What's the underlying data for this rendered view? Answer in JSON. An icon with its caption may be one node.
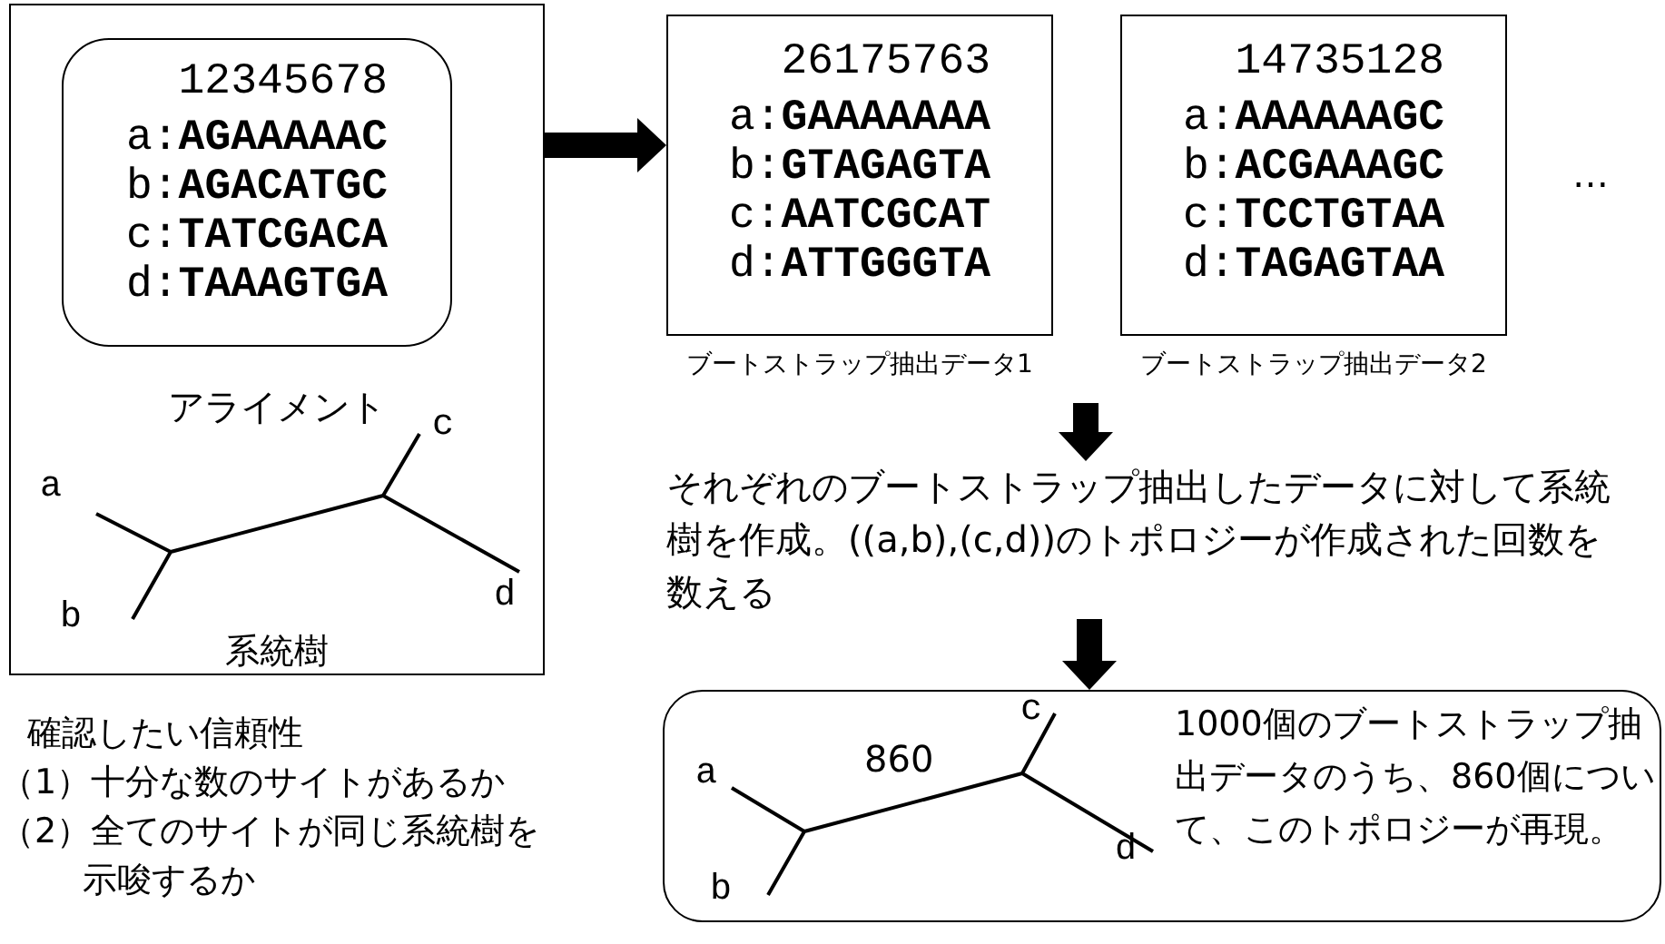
{
  "diagram": {
    "nodes": [
      {
        "text": [
          "アライメント",
          "系統樹"
        ]
      },
      {
        "text": [
          "12345678",
          "a:**AGAAAAAC**",
          "b:**AGACATGC**",
          "c:**TATCGACA**",
          "d:**TAAAGTGA**"
        ],
        "in": 0
      },
      {
        "text": [
          "26175763",
          "a:**GAAAAAAA**",
          "b:**GTAGAGTA**",
          "c:**AATCGCAT**",
          "d:**ATTGGGTA**"
        ],
        "beside": [
          "ブートストラップ抽出データ1"
        ]
      },
      {
        "text": [
          "14735128",
          "a:**AAAAAAGC**",
          "b:**ACGAAAGC**",
          "c:**TCCTGTAA**",
          "d:**TAGAGTAA**"
        ],
        "beside": [
          "ブートストラップ抽出データ2"
        ]
      },
      {
        "text": [
          "それぞれのブートストラップ抽出したデータに対して系統樹を作成。((a,b),(c,d))のトポロジーが作成された回数を数える"
        ]
      },
      {
        "text": [
          "1000個のブートストラップ抽出データのうち、860個について、このトポロジーが再現。"
        ]
      }
    ],
    "edges": [
      {
        "from": 0,
        "to": 2,
        "arrow": "to"
      },
      {
        "from": null,
        "to": 4,
        "arrow": "to"
      },
      {
        "from": 4,
        "to": 5,
        "arrow": "to"
      }
    ],
    "labels": [
      "…",
      "c",
      "a",
      "d",
      "b",
      "確認したい信頼性",
      "（1）十分な数のサイトがあるか",
      "（2）全てのサイトが同じ系統樹を示唆するか",
      "c",
      "860",
      "a",
      "d",
      "b"
    ]
  }
}
